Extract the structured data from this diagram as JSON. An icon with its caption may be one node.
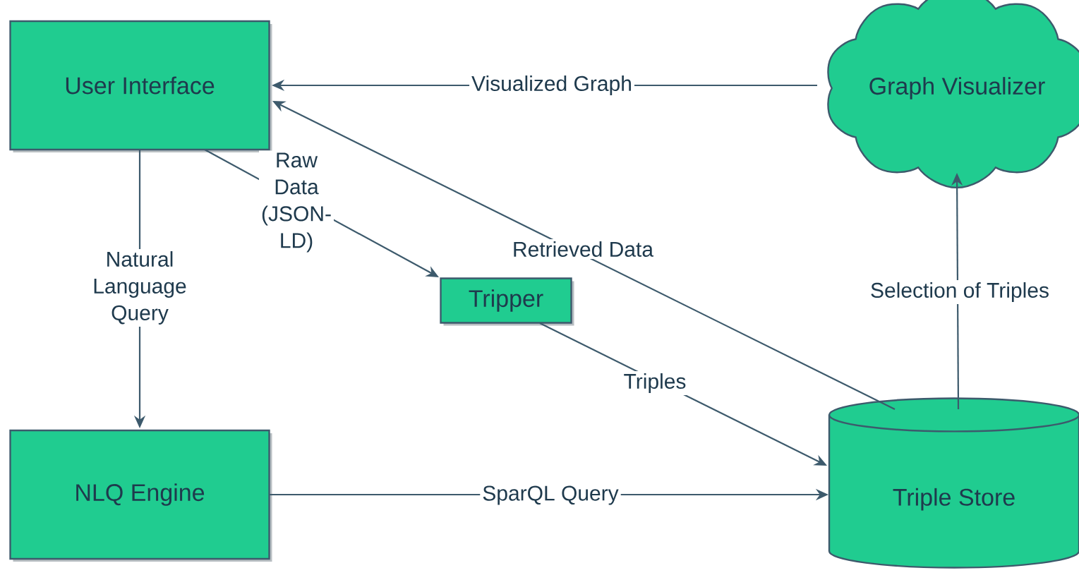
{
  "diagram": {
    "nodes": [
      {
        "text": [
          "User Interface"
        ]
      },
      {
        "text": [
          "Graph Visualizer"
        ]
      },
      {
        "text": [
          "Tripper"
        ]
      },
      {
        "text": [
          "NLQ Engine"
        ]
      },
      {
        "text": [
          "Triple Store"
        ]
      }
    ],
    "edges": [
      {
        "from": 1,
        "to": 0,
        "arrow": "to",
        "label": "Visualized Graph"
      },
      {
        "from": 0,
        "to": 3,
        "arrow": "to",
        "label": "Natural Language Query"
      },
      {
        "from": 0,
        "to": 2,
        "arrow": "to",
        "label": "Raw Data (JSON-LD)"
      },
      {
        "from": 4,
        "to": 0,
        "arrow": "to",
        "label": "Retrieved Data"
      },
      {
        "from": 2,
        "to": 4,
        "arrow": "to",
        "label": "Triples"
      },
      {
        "from": 3,
        "to": 4,
        "arrow": "to",
        "label": "SparQL Query"
      },
      {
        "from": 4,
        "to": 1,
        "arrow": "to",
        "label": "Selection of Triples"
      }
    ]
  }
}
